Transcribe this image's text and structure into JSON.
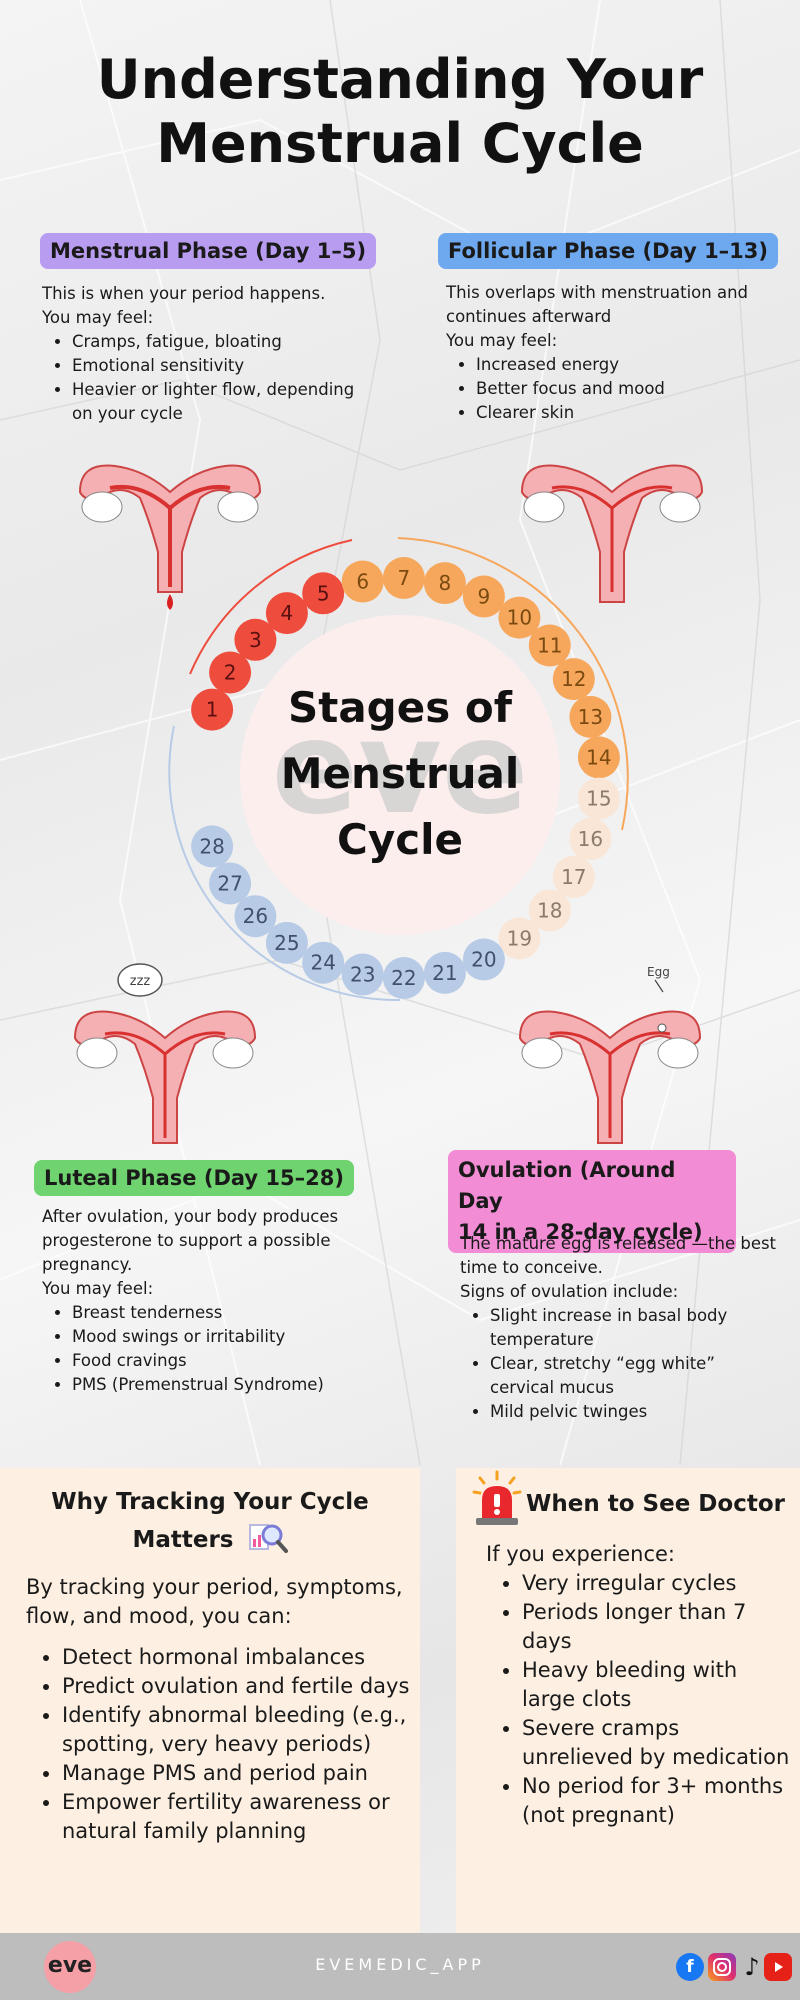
{
  "title_line1": "Understanding Your",
  "title_line2": "Menstrual Cycle",
  "menstrual": {
    "label": "Menstrual Phase (Day 1–5)",
    "intro": "This is when your period happens.",
    "feel": "You may feel:",
    "items": [
      "Cramps, fatigue, bloating",
      "Emotional sensitivity",
      "Heavier or lighter flow, depending on your cycle"
    ]
  },
  "follicular": {
    "label": "Follicular Phase (Day 1–13)",
    "intro": "This overlaps with menstruation and continues afterward",
    "feel": "You may feel:",
    "items": [
      "Increased energy",
      "Better focus and mood",
      "Clearer skin"
    ]
  },
  "cycle": {
    "center_lines": [
      "Stages of",
      "Menstrual",
      "Cycle"
    ],
    "watermark": "eve",
    "days": [
      "1",
      "2",
      "3",
      "4",
      "5",
      "6",
      "7",
      "8",
      "9",
      "10",
      "11",
      "12",
      "13",
      "14",
      "15",
      "16",
      "17",
      "18",
      "19",
      "20",
      "21",
      "22",
      "23",
      "24",
      "25",
      "26",
      "27",
      "28"
    ],
    "colors": {
      "menstrual": "#ee4d3e",
      "follicular": "#f6a75c",
      "ovulation_window": "#f9e6d6",
      "luteal": "#b8cbe6"
    },
    "zzz_label": "zzz",
    "egg_label": "Egg"
  },
  "luteal": {
    "label": "Luteal Phase (Day 15–28)",
    "intro": "After ovulation, your body produces progesterone to support a possible pregnancy.",
    "feel": "You may feel:",
    "items": [
      "Breast tenderness",
      "Mood swings or irritability",
      "Food cravings",
      "PMS (Premenstrual Syndrome)"
    ]
  },
  "ovulation": {
    "label_line1": "Ovulation (Around Day",
    "label_line2": "14 in a 28-day cycle)",
    "intro": "The mature egg is released —the best time to conceive.",
    "signs": "Signs of ovulation include:",
    "items": [
      "Slight increase in basal body temperature",
      "Clear, stretchy “egg white” cervical mucus",
      "Mild pelvic twinges"
    ]
  },
  "tracking": {
    "title_line1": "Why Tracking Your Cycle",
    "title_line2": "Matters",
    "intro": "By tracking your period, symptoms, flow, and mood, you can:",
    "items": [
      "Detect hormonal imbalances",
      "Predict ovulation and fertile days",
      "Identify abnormal bleeding (e.g., spotting, very heavy periods)",
      "Manage PMS and period pain",
      "Empower fertility awareness or natural family planning"
    ]
  },
  "doctor": {
    "title": "When to See Doctor",
    "intro": "If you experience:",
    "items": [
      "Very irregular cycles",
      "Periods longer than 7 days",
      "Heavy bleeding with large clots",
      "Severe cramps unrelieved by medication",
      "No period for 3+ months (not pregnant)"
    ]
  },
  "footer": {
    "logo_text": "eve",
    "handle": "EVEMEDIC_APP",
    "social": [
      "facebook-icon",
      "instagram-icon",
      "tiktok-icon",
      "youtube-icon"
    ]
  }
}
